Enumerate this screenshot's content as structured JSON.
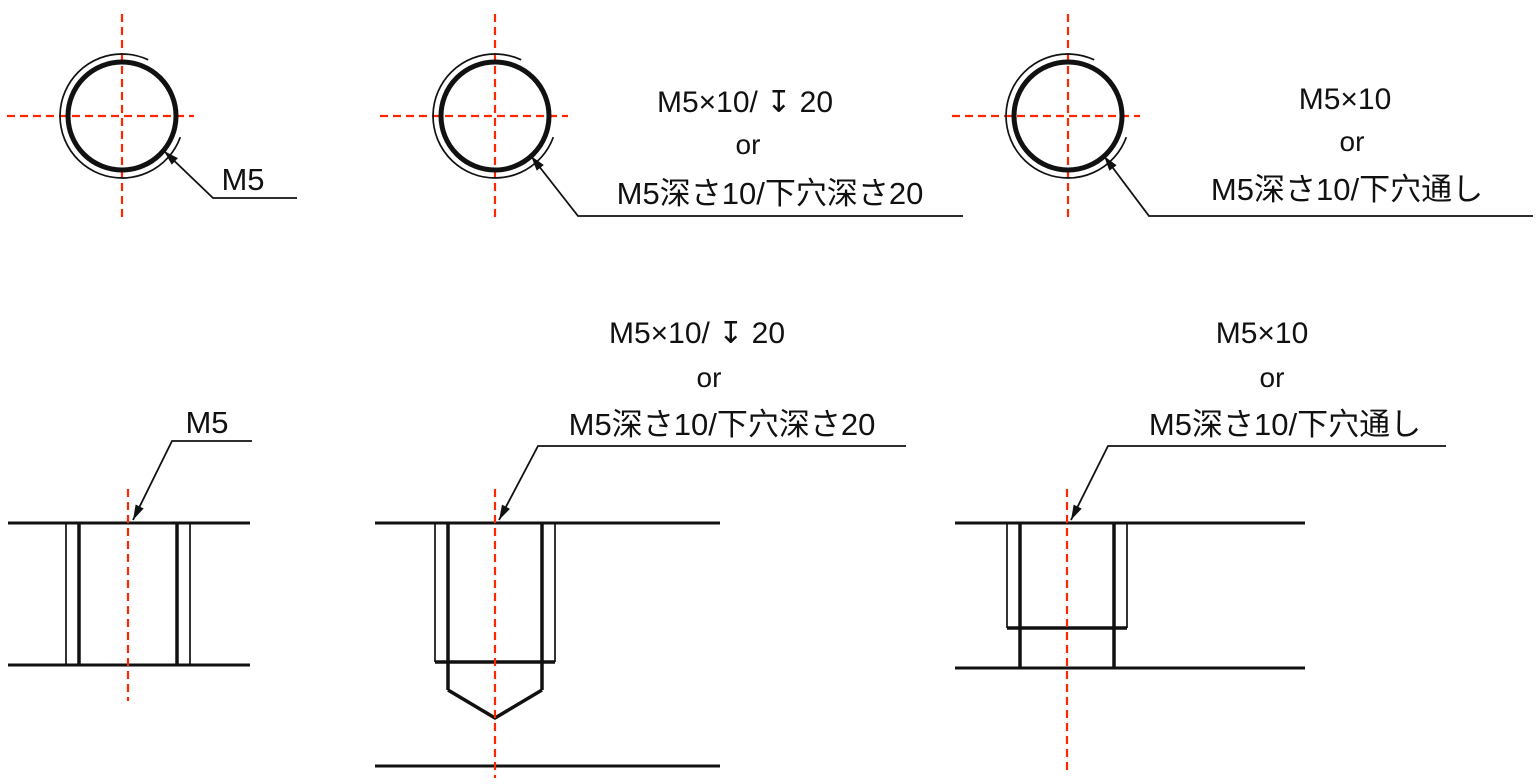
{
  "colors": {
    "line": "#111111",
    "centerline": "#ff2600",
    "text": "#111111"
  },
  "callouts": {
    "through_tap": {
      "line1": "M5"
    },
    "blind_tap": {
      "line1": "M5×10/ ↧ 20",
      "line2": "or",
      "line3": "M5深さ10/下穴深さ20"
    },
    "through_pilot_tap": {
      "line1": "M5×10",
      "line2": "or",
      "line3": "M5深さ10/下穴通し"
    }
  }
}
